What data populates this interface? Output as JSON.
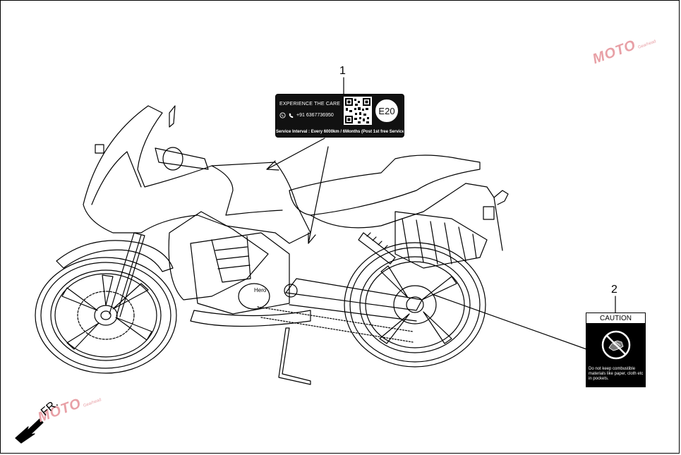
{
  "callouts": {
    "one": "1",
    "two": "2"
  },
  "label_service": {
    "title": "EXPERIENCE THE CARE",
    "phone": "+91 6367736950",
    "badge": "E20",
    "interval": "Service Interval : Every 6000km / 6Months (Post 1st free Service)",
    "phone_icon": "whatsapp-icon",
    "qr_icon": "qr-code-icon"
  },
  "label_caution": {
    "heading": "CAUTION",
    "text": "Do not keep combustible materials like paper, cloth etc in pockets.",
    "icon": "no-combustibles-icon"
  },
  "brand_mark": "Hero",
  "watermark": {
    "word": "MOTO",
    "sub": "Gearhead"
  },
  "front_indicator": "FR.",
  "colors": {
    "line": "#000000",
    "watermark": "#e8a0a6",
    "label_bg": "#111111"
  }
}
